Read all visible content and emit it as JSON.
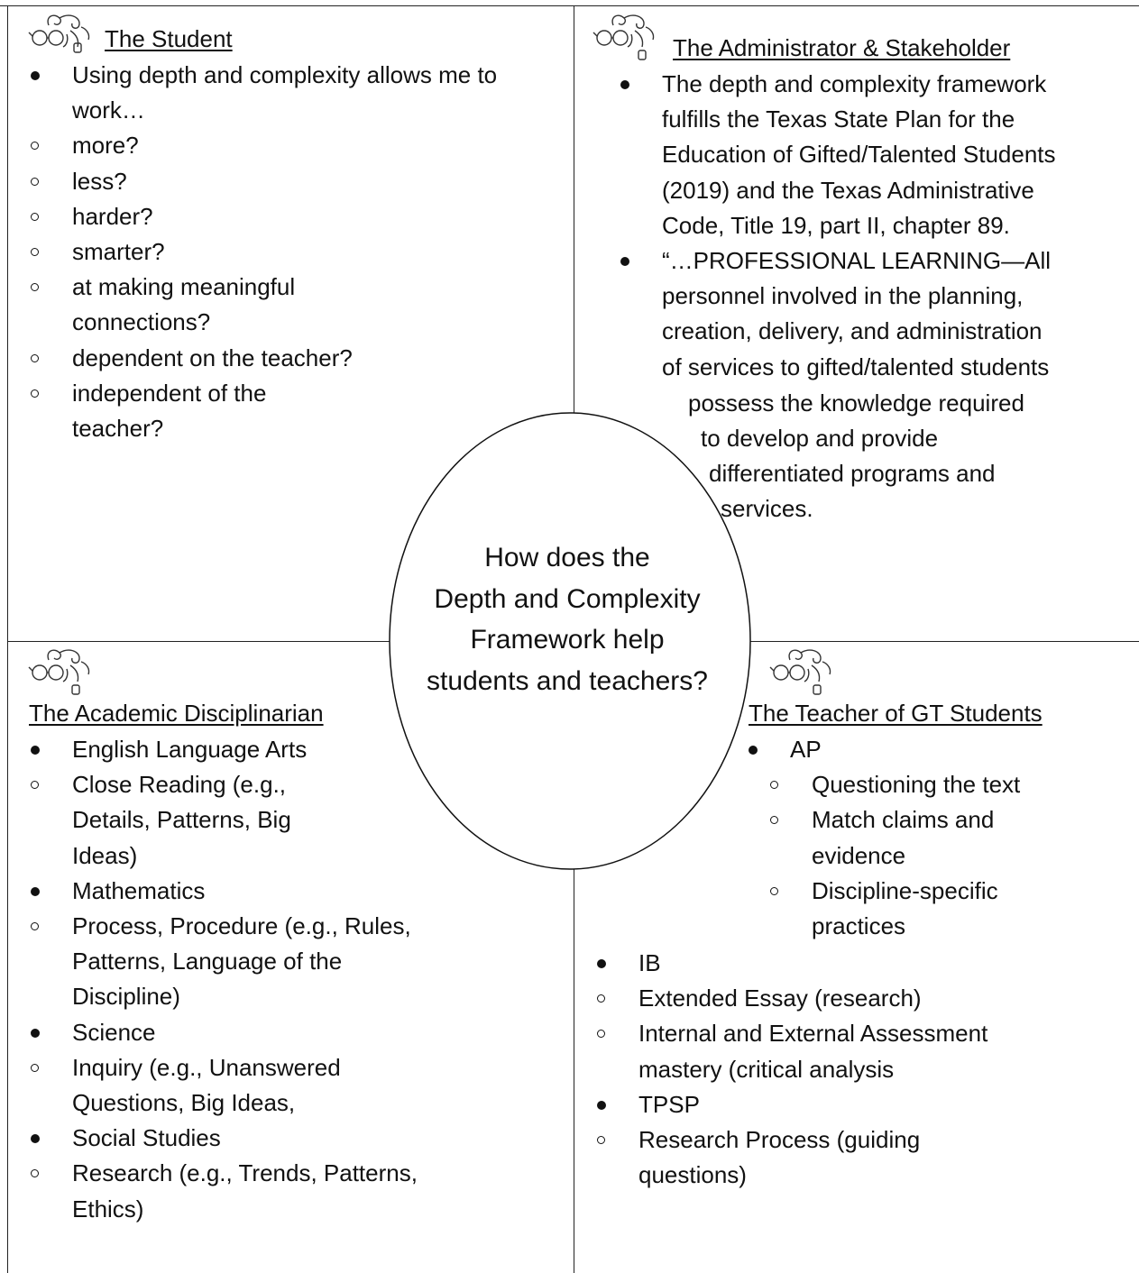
{
  "center_question": "How does the\nDepth and Complexity\nFramework help\nstudents and teachers?",
  "quadrants": {
    "student": {
      "heading": "The Student",
      "icon": "glasses-icon",
      "bullets": [
        {
          "text": "Using depth and complexity allows me to work…",
          "sub": [
            "more?",
            "less?",
            "harder?",
            "smarter?",
            "at making meaningful connections?",
            "dependent on the teacher?",
            "independent of the teacher?"
          ]
        }
      ]
    },
    "administrator": {
      "heading": "The Administrator & Stakeholder",
      "icon": "glasses-icon",
      "bullets": [
        {
          "lines": [
            "The depth and complexity framework",
            "fulfills the Texas State Plan for the",
            "Education of Gifted/Talented Students",
            "(2019) and the Texas Administrative",
            "Code, Title 19, part II, chapter 89."
          ]
        },
        {
          "lines": [
            "“…PROFESSIONAL LEARNING—All",
            "personnel involved in the planning,",
            "creation, delivery, and administration",
            "of services to gifted/talented students",
            "possess the knowledge required",
            "to develop and provide",
            "differentiated programs and",
            "services."
          ]
        }
      ]
    },
    "academic": {
      "heading": "The Academic Disciplinarian",
      "icon": "glasses-icon",
      "bullets": [
        {
          "text": "English Language Arts",
          "sub": [
            "Close Reading (e.g., Details, Patterns, Big Ideas)"
          ]
        },
        {
          "text": "Mathematics",
          "sub": [
            "Process, Procedure (e.g., Rules, Patterns, Language of the Discipline)"
          ]
        },
        {
          "text": "Science",
          "sub": [
            "Inquiry (e.g., Unanswered Questions, Big Ideas,"
          ]
        },
        {
          "text": "Social Studies",
          "sub": [
            "Research (e.g., Trends, Patterns, Ethics)"
          ]
        }
      ]
    },
    "teacher": {
      "heading": "The Teacher of GT Students",
      "icon": "glasses-icon",
      "bullets": [
        {
          "text": "AP",
          "sub": [
            "Questioning the text",
            "Match claims and evidence",
            "Discipline-specific practices"
          ]
        },
        {
          "text": "IB",
          "sub": [
            "Extended Essay (research)",
            "Internal and External Assessment mastery (critical analysis"
          ]
        },
        {
          "text": "TPSP",
          "sub": [
            "Research Process (guiding questions)"
          ]
        }
      ]
    }
  }
}
